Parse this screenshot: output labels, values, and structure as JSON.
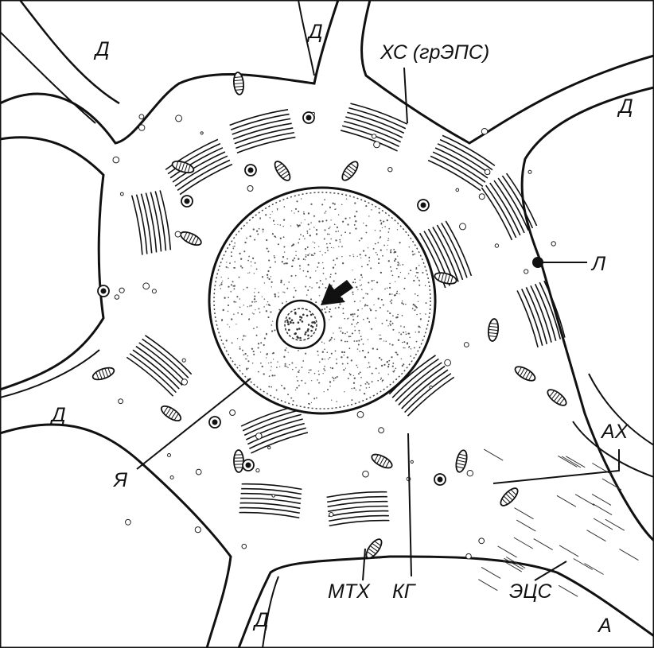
{
  "labels": {
    "dendrite": "Д",
    "nissl_substance": "ХС (грЭПС)",
    "lysosome": "Л",
    "nucleus": "Я",
    "axon_hillock": "АХ",
    "mitochondria": "МТХ",
    "golgi_complex": "КГ",
    "extracellular_space": "ЭЦС",
    "axon": "А"
  },
  "colors": {
    "ink": "#111111",
    "paper": "#ffffff",
    "stipple": "#555555"
  }
}
